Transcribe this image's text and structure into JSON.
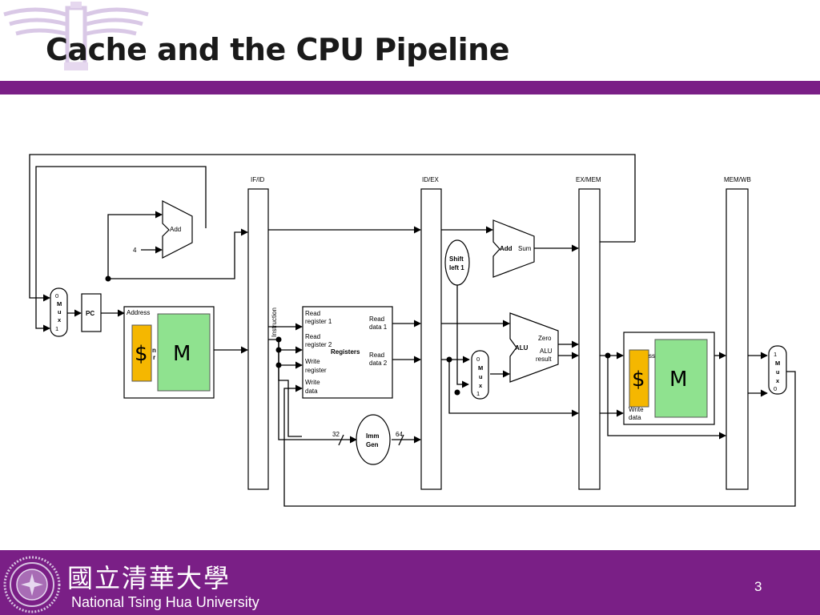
{
  "slide": {
    "title": "Cache and the CPU Pipeline",
    "page_number": "3"
  },
  "footer": {
    "university_cn": "國立清華大學",
    "university_en": "National Tsing Hua University"
  },
  "diagram": {
    "pipeline_registers": [
      "IF/ID",
      "ID/EX",
      "EX/MEM",
      "MEM/WB"
    ],
    "instruction_vertical_label": "Instruction",
    "pc_label": "PC",
    "add_label": "Add",
    "constant_four": "4",
    "mux_letters": [
      "M",
      "u",
      "x"
    ],
    "mux_left_inputs": [
      "0",
      "1"
    ],
    "mux_alu_inputs": [
      "0",
      "1"
    ],
    "mux_wb_inputs": [
      "1",
      "0"
    ],
    "instr_mem_address": "Address",
    "instr_mem_partial": [
      "n",
      "r"
    ],
    "registers": {
      "title": "Registers",
      "read_register_1": [
        "Read",
        "register 1"
      ],
      "read_register_2": [
        "Read",
        "register 2"
      ],
      "write_register": [
        "Write",
        "register"
      ],
      "write_data": [
        "Write",
        "data"
      ],
      "read_data_1": [
        "Read",
        "data 1"
      ],
      "read_data_2": [
        "Read",
        "data 2"
      ]
    },
    "shift_left": [
      "Shift",
      "left 1"
    ],
    "branch_adder": {
      "name": "Add",
      "output": "Sum"
    },
    "alu": {
      "name": "ALU",
      "zero": "Zero",
      "result": [
        "ALU",
        "result"
      ]
    },
    "imm_gen": [
      "Imm",
      "Gen"
    ],
    "bus_width_in": "32",
    "bus_width_out": "64",
    "data_mem_partial": [
      "ss",
      "Write",
      "data"
    ],
    "cache_symbol": "$",
    "memory_symbol": "M",
    "colors": {
      "cache": "#f5b700",
      "memory": "#8fe28f",
      "brand_purple": "#7a1f86"
    }
  }
}
